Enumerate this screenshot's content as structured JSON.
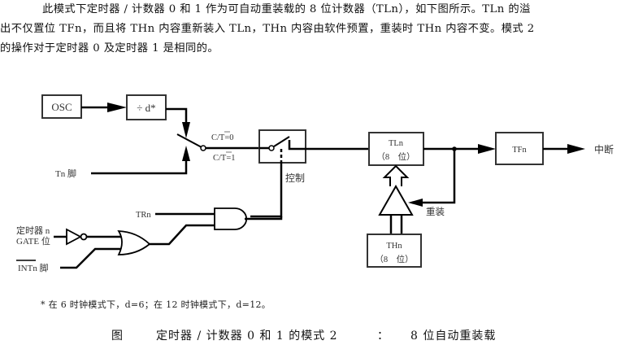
{
  "paragraph": {
    "lines": [
      "此模式下定时器 / 计数器 0 和 1 作为可自动重装载的 8 位计数器（TLn），如下图所示。TLn 的溢",
      "出不仅置位 TFn，而且将 THn 内容重新装入 TLn，THn 内容由软件预置，重装时 THn 内容不变。模式 2",
      "的操作对于定时器 0 及定时器 1 是相同的。"
    ]
  },
  "diagram": {
    "osc": "OSC",
    "divider": "÷ d*",
    "ct0": "C/T=0",
    "ct1": "C/T=1",
    "tn_pin": "Tn 脚",
    "control": "控制",
    "tln_line1": "TLn",
    "tln_line2": "（8　位）",
    "tfn": "TFn",
    "interrupt": "中断",
    "reload": "重装",
    "thn_line1": "THn",
    "thn_line2": "（8　位）",
    "trn": "TRn",
    "gate_line1": "定时器 n",
    "gate_line2": "GATE 位",
    "intn": "INTn 脚"
  },
  "footnote": "*  在 6 时钟模式下，d=6；在 12 时钟模式下，d=12。",
  "caption": {
    "figure": "图",
    "title": "定时器 / 计数器 0 和 1 的模式 2",
    "colon": "：",
    "subtitle": "8 位自动重装载"
  }
}
